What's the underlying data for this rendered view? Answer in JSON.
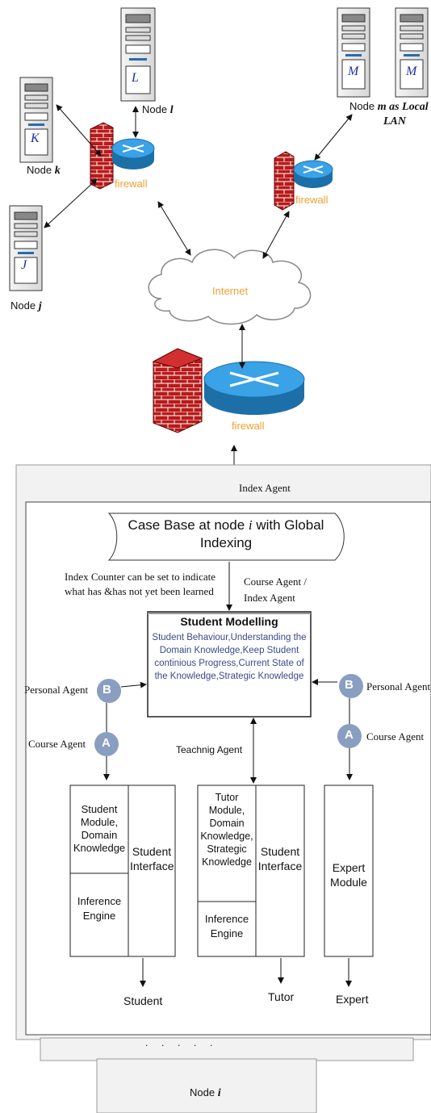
{
  "nodes": {
    "k": {
      "letter": "K",
      "label_prefix": "Node ",
      "label_var": "k"
    },
    "l": {
      "letter": "L",
      "label_prefix": "Node ",
      "label_var": "l"
    },
    "j": {
      "letter": "J",
      "label_prefix": "Node ",
      "label_var": "j"
    },
    "m": {
      "letter1": "M",
      "letter2": "M",
      "label_prefix": "Node ",
      "label_var": "m",
      "label_suffix_line1": " as Local",
      "label_line2": "LAN"
    }
  },
  "network": {
    "firewall_label": "firewall",
    "internet_label": "Internet"
  },
  "system": {
    "index_agent": "Index Agent",
    "case_base_line1_prefix": "Case Base at node ",
    "case_base_var": "i",
    "case_base_line1_suffix": " with Global",
    "case_base_line2": "Indexing",
    "index_counter_line1": "Index Counter can be set to indicate",
    "index_counter_line2": "what has &has not yet been learned",
    "course_index_line1": "Course  Agent /",
    "course_index_line2": "Index Agent",
    "student_modelling_title": "Student Modelling",
    "student_modelling_body": "Student Behaviour,Understanding the Domain Knowledge,Keep Student continious Progress,Current State of the Knowledge,Strategic Knowledge",
    "personal_agent_left": "Personal Agent",
    "personal_agent_right": "Personal Agent",
    "course_agent_left": "Course  Agent",
    "course_agent_right": "Course  Agent",
    "teaching_agent": "Teachnig Agent",
    "circle_b": "B",
    "circle_a": "A",
    "student_box": {
      "module": "Student Module, Domain Knowledge",
      "inference": "Inference Engine",
      "interface": "Student Interface"
    },
    "tutor_box": {
      "module": "Tutor Module, Domain Knowledge, Strategic Knowledge",
      "inference": "Inference Engine",
      "interface": "Student Interface"
    },
    "expert_box": {
      "module": "Expert Module"
    },
    "out_student": "Student",
    "out_tutor": "Tutor",
    "out_expert": "Expert",
    "dots": ".     .     .     .     .",
    "node_i_prefix": "Node ",
    "node_i_var": "i"
  },
  "colors": {
    "brick": "#b81a1a",
    "router": "#2a8ed0",
    "circle": "#8a9ec0",
    "label_orange": "#f0a030",
    "server_letter": "#2030a0"
  }
}
